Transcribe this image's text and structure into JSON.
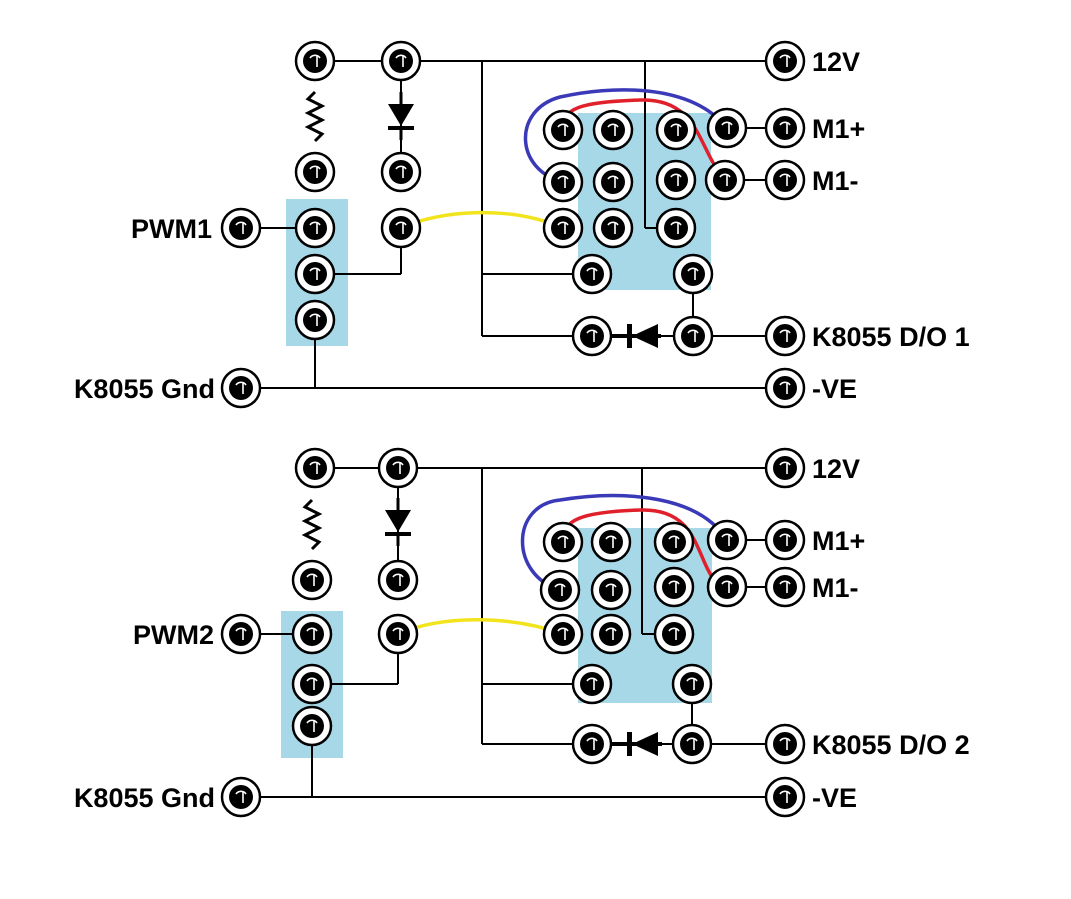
{
  "colors": {
    "ic_body": "#a6d8e8",
    "jumper_blue": "#3a3ab8",
    "jumper_red": "#e0202a",
    "jumper_yellow": "#f2e41c",
    "wire": "#000000"
  },
  "circuits": [
    {
      "labels": {
        "supply": "12V",
        "motor_plus": "M1+",
        "motor_minus": "M1-",
        "pwm": "PWM1",
        "gnd_left": "K8055 Gnd",
        "digital_out": "K8055 D/O 1",
        "negative": "-VE"
      }
    },
    {
      "labels": {
        "supply": "12V",
        "motor_plus": "M1+",
        "motor_minus": "M1-",
        "pwm": "PWM2",
        "gnd_left": "K8055 Gnd",
        "digital_out": "K8055 D/O 2",
        "negative": "-VE"
      }
    }
  ],
  "icons": {
    "terminal": "screw-terminal-icon",
    "resistor": "resistor-icon",
    "diode": "diode-icon"
  }
}
